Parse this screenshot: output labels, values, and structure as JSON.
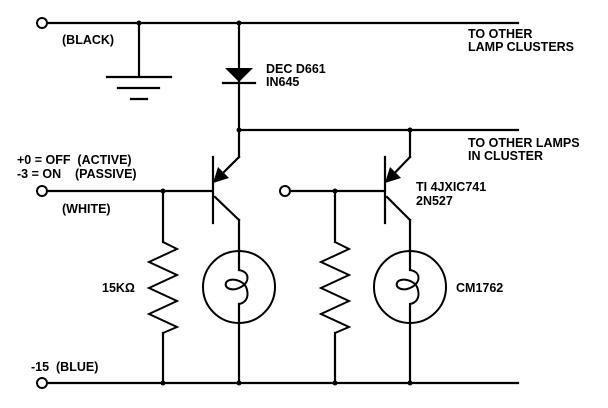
{
  "diagram": {
    "type": "circuit-schematic",
    "labels": {
      "black_terminal": "(BLACK)",
      "to_other_lamp_clusters_line1": "TO OTHER",
      "to_other_lamp_clusters_line2": "LAMP CLUSTERS",
      "diode_line1": "DEC D661",
      "diode_line2": "IN645",
      "to_other_lamps_line1": "TO OTHER LAMPS",
      "to_other_lamps_line2": "IN CLUSTER",
      "logic_off": "+0 = OFF  (ACTIVE)",
      "logic_on": "-3 = ON    (PASSIVE)",
      "white_terminal": "(WHITE)",
      "transistor_line1": "TI 4JXIC741",
      "transistor_line2": "2N527",
      "resistor_value": "15KΩ",
      "lamp_part": "CM1762",
      "blue_terminal": "-15  (BLUE)"
    },
    "components": [
      {
        "kind": "terminal",
        "name": "black-input"
      },
      {
        "kind": "ground"
      },
      {
        "kind": "diode",
        "part": "DEC D661 / IN645"
      },
      {
        "kind": "pnp-transistor",
        "count": 2,
        "part": "TI 4JXIC741 / 2N527"
      },
      {
        "kind": "resistor",
        "count": 2,
        "value": "15KΩ"
      },
      {
        "kind": "lamp",
        "count": 2,
        "part": "CM1762"
      },
      {
        "kind": "terminal",
        "name": "white-input"
      },
      {
        "kind": "terminal",
        "name": "second-base-input"
      },
      {
        "kind": "terminal",
        "name": "blue-supply"
      }
    ]
  }
}
